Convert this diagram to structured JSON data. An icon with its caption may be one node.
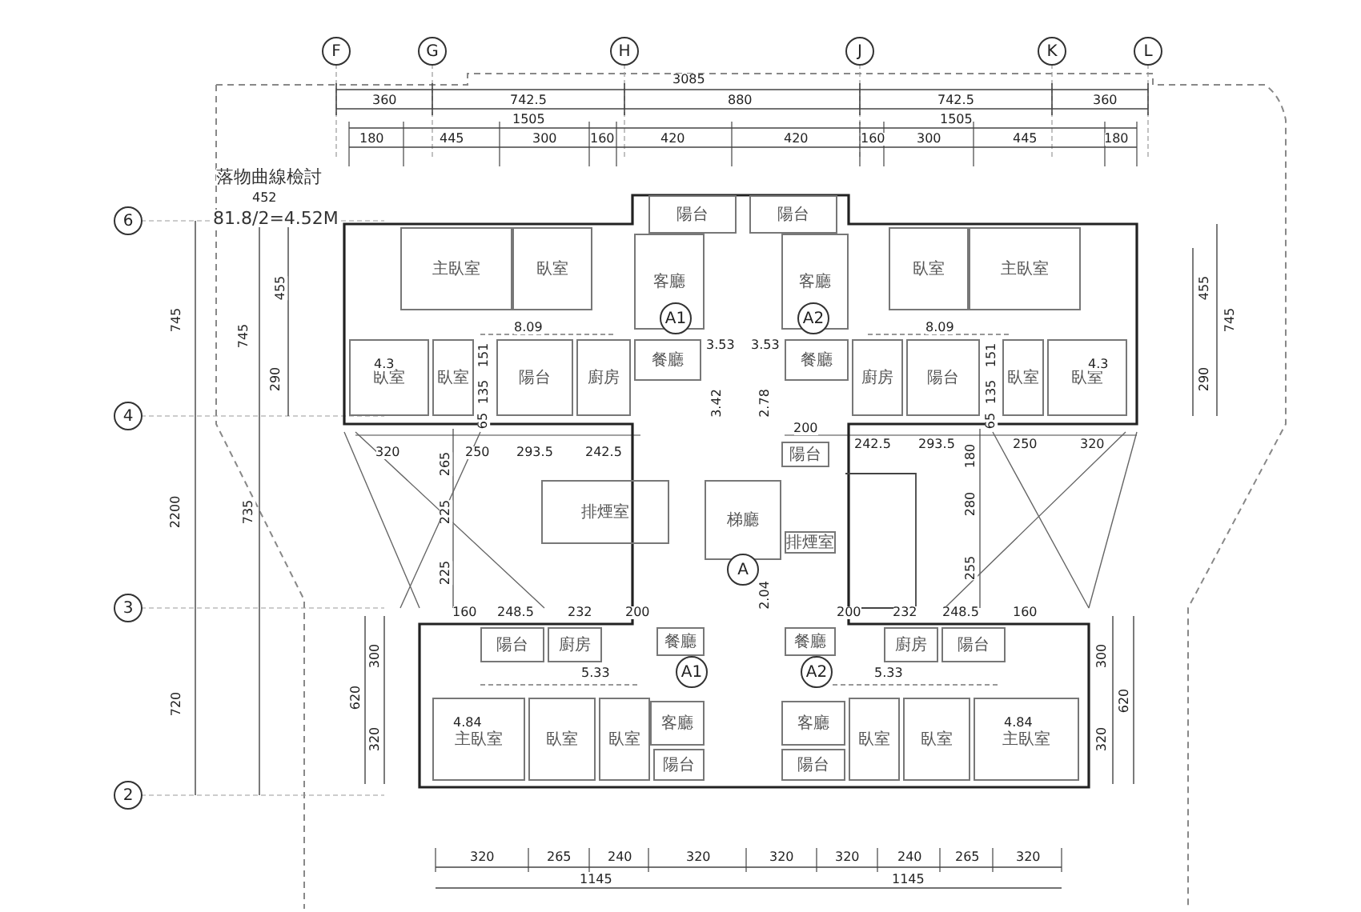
{
  "diagram": {
    "nodes": [
      {
        "text": [
          "陽台"
        ]
      },
      {
        "text": [
          "陽台"
        ]
      },
      {
        "text": [
          "主臥室"
        ]
      },
      {
        "text": [
          "臥室"
        ]
      },
      {
        "text": [
          "客廳"
        ]
      },
      {
        "text": [
          "客廳"
        ]
      },
      {
        "text": [
          "臥室"
        ]
      },
      {
        "text": [
          "主臥室"
        ]
      },
      {
        "text": [
          "臥室"
        ]
      },
      {
        "text": [
          "臥室"
        ]
      },
      {
        "text": [
          "陽台"
        ]
      },
      {
        "text": [
          "廚房"
        ]
      },
      {
        "text": [
          "餐廳"
        ]
      },
      {
        "text": [
          "餐廳"
        ]
      },
      {
        "text": [
          "廚房"
        ]
      },
      {
        "text": [
          "陽台"
        ]
      },
      {
        "text": [
          "臥室"
        ]
      },
      {
        "text": [
          "臥室"
        ]
      },
      {
        "text": [
          "陽台"
        ]
      },
      {
        "text": [
          "排煙室"
        ]
      },
      {
        "text": [
          "梯廳"
        ]
      },
      {
        "text": [
          "排煙室"
        ]
      },
      {
        "text": [
          "陽台"
        ]
      },
      {
        "text": [
          "廚房"
        ]
      },
      {
        "text": [
          "餐廳"
        ]
      },
      {
        "text": [
          "餐廳"
        ]
      },
      {
        "text": [
          "廚房"
        ]
      },
      {
        "text": [
          "陽台"
        ]
      },
      {
        "text": [
          "客廳"
        ]
      },
      {
        "text": [
          "客廳"
        ]
      },
      {
        "text": [
          "主臥室"
        ]
      },
      {
        "text": [
          "臥室"
        ]
      },
      {
        "text": [
          "臥室"
        ]
      },
      {
        "text": [
          "陽台"
        ]
      },
      {
        "text": [
          "陽台"
        ]
      },
      {
        "text": [
          "臥室"
        ]
      },
      {
        "text": [
          "臥室"
        ]
      },
      {
        "text": [
          "主臥室"
        ]
      }
    ],
    "labels": [
      "F",
      "G",
      "H",
      "J",
      "K",
      "L",
      "3085",
      "360",
      "742.5",
      "880",
      "742.5",
      "360",
      "1505",
      "1505",
      "180",
      "445",
      "300",
      "160",
      "420",
      "420",
      "160",
      "300",
      "445",
      "180",
      "落物曲線檢討",
      "452",
      "6",
      "81.8/2=4.52M",
      "A1",
      "A2",
      "455",
      "745",
      "745",
      "455",
      "745",
      "8.09",
      "8.09",
      "3.53",
      "3.53",
      "4.3",
      "4.3",
      "151",
      "151",
      "135",
      "135",
      "290",
      "290",
      "3.42",
      "2.78",
      "4",
      "65",
      "65",
      "200",
      "320",
      "265",
      "250",
      "293.5",
      "242.5",
      "242.5",
      "293.5",
      "180",
      "250",
      "320",
      "225",
      "280",
      "2200",
      "735",
      "A",
      "2.04",
      "225",
      "255",
      "3",
      "160",
      "248.5",
      "232",
      "200",
      "200",
      "232",
      "248.5",
      "160",
      "300",
      "300",
      "5.33",
      "A1",
      "A2",
      "5.33",
      "720",
      "620",
      "620",
      "4.84",
      "4.84",
      "320",
      "320",
      "2",
      "320",
      "265",
      "240",
      "320",
      "320",
      "320",
      "240",
      "265",
      "320",
      "1145",
      "1145"
    ]
  }
}
